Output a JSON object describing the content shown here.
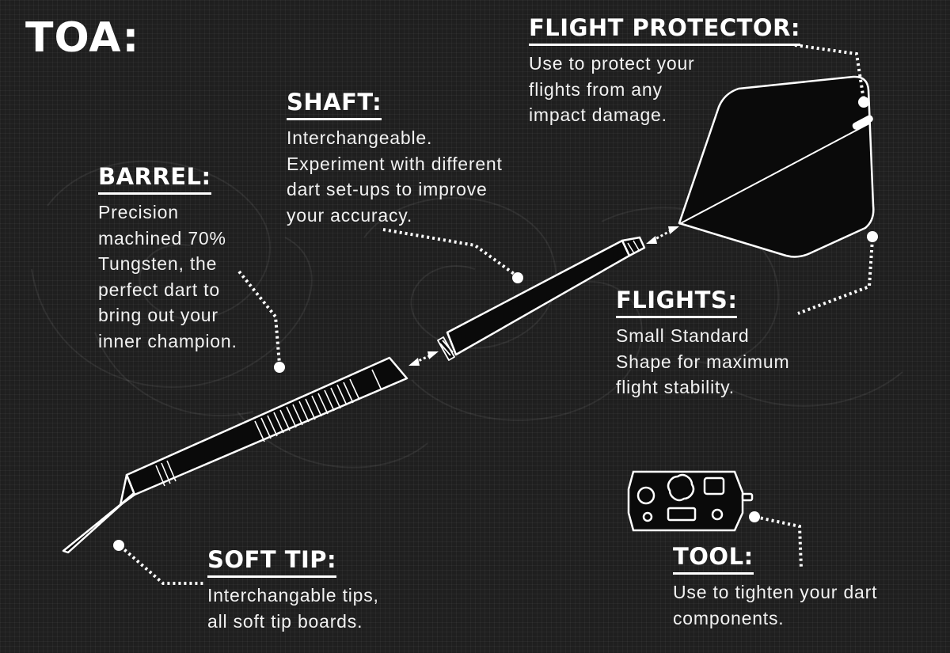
{
  "title": "TOA:",
  "colors": {
    "background": "#1f1f1f",
    "foreground": "#ffffff",
    "part_fill": "#0a0a0a"
  },
  "callouts": {
    "flight_protector": {
      "heading": "FLIGHT PROTECTOR:",
      "lines": [
        "Use to protect your",
        "flights from any",
        "impact damage."
      ]
    },
    "shaft": {
      "heading": "SHAFT:",
      "lines": [
        "Interchangeable.",
        "Experiment with different",
        "dart set-ups to improve",
        "your accuracy."
      ]
    },
    "barrel": {
      "heading": "BARREL:",
      "lines": [
        "Precision",
        "machined 70%",
        "Tungsten, the",
        "perfect dart to",
        "bring out your",
        "inner champion."
      ]
    },
    "flights": {
      "heading": "FLIGHTS:",
      "lines": [
        "Small Standard",
        "Shape for maximum",
        "flight stability."
      ]
    },
    "soft_tip": {
      "heading": "SOFT TIP:",
      "lines": [
        "Interchangable tips,",
        "all soft tip boards."
      ]
    },
    "tool": {
      "heading": "TOOL:",
      "lines": [
        "Use to tighten your dart",
        "components."
      ]
    }
  }
}
